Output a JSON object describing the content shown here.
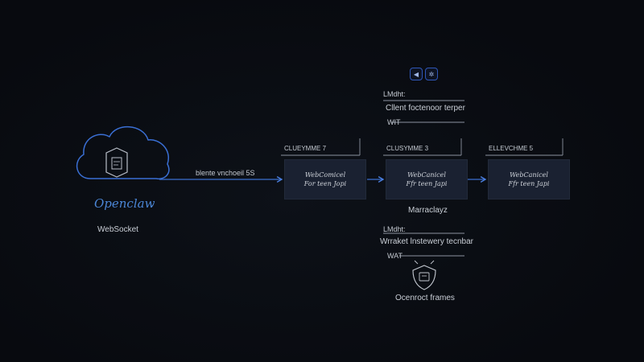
{
  "source": {
    "brand": "Openclaw",
    "caption": "WebSocket",
    "link_label": "blente vnchoeil 5S"
  },
  "stages": [
    {
      "header": "CLUEYMME 7",
      "line1": "WebComicel",
      "line2": "For teen Jopi"
    },
    {
      "header": "CLUSYMME 3",
      "line1": "WebCanicel",
      "line2": "Ffr teen Japi"
    },
    {
      "header": "ELLEVCHME 5",
      "line1": "WebCanicel",
      "line2": "Ffr teen Japi"
    }
  ],
  "top_panel": {
    "icon_left": "◀",
    "icon_right": "✲",
    "row1": "LMdht:",
    "row2": "Cllent foctenoor terper",
    "row3": "WIT"
  },
  "bottom_panel": {
    "title": "Marraclayz",
    "row1": "LMdht:",
    "row2": "Wrraket lnstewery tecnbar",
    "row3": "WAT",
    "caption": "Ocenroct frames"
  },
  "colors": {
    "background": "#0a0d13",
    "accent": "#3b6fd0",
    "node_fill": "#1a2131",
    "line": "#8c93a0"
  }
}
